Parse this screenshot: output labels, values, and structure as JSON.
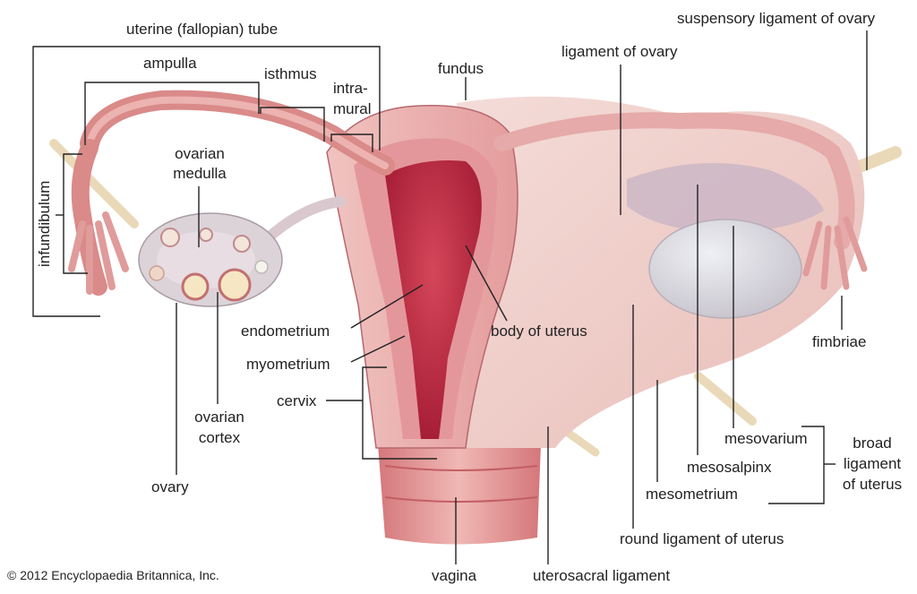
{
  "labels": {
    "uterine_tube": "uterine (fallopian) tube",
    "ampulla": "ampulla",
    "isthmus": "isthmus",
    "intramural_1": "intra-",
    "intramural_2": "mural",
    "fundus": "fundus",
    "ligament_of_ovary": "ligament of ovary",
    "suspensory_ligament": "suspensory ligament of ovary",
    "infundibulum": "infundibulum",
    "ovarian_medulla_1": "ovarian",
    "ovarian_medulla_2": "medulla",
    "endometrium": "endometrium",
    "myometrium": "myometrium",
    "cervix": "cervix",
    "body_of_uterus": "body of uterus",
    "fimbriae": "fimbriae",
    "ovarian_cortex_1": "ovarian",
    "ovarian_cortex_2": "cortex",
    "ovary": "ovary",
    "mesovarium": "mesovarium",
    "mesosalpinx": "mesosalpinx",
    "mesometrium": "mesometrium",
    "broad_ligament_1": "broad",
    "broad_ligament_2": "ligament",
    "broad_ligament_3": "of uterus",
    "round_ligament": "round ligament of uterus",
    "vagina": "vagina",
    "uterosacral_ligament": "uterosacral ligament"
  },
  "copyright": "© 2012 Encyclopaedia Britannica, Inc.",
  "colors": {
    "tissue_light": "#f2d3cf",
    "tissue_mid": "#e7a9a4",
    "tissue_dark": "#c9646a",
    "cavity": "#b8283e",
    "ovary_fill": "#dcd3d8",
    "ligament_cord": "#ead9b8",
    "line": "#222222"
  }
}
